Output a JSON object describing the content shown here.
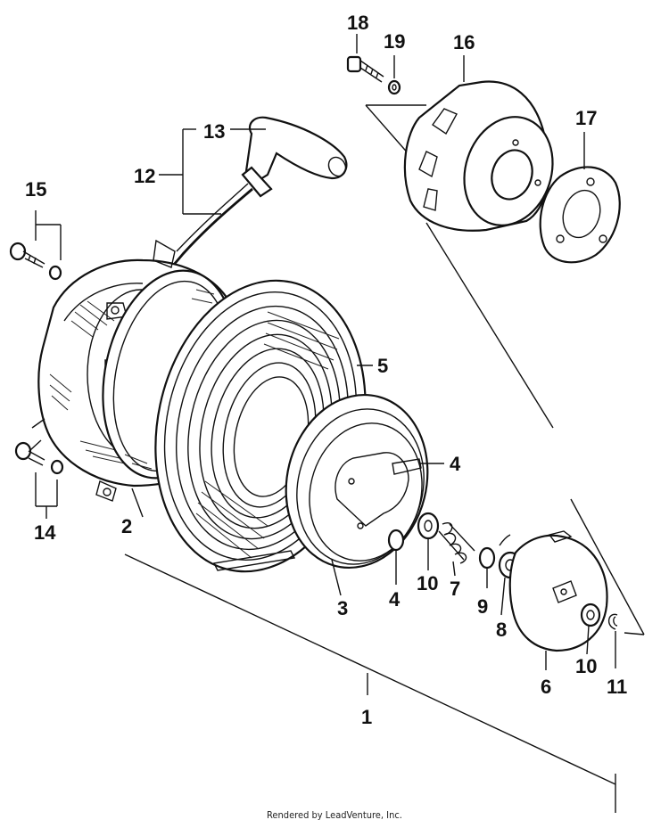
{
  "diagram": {
    "labels": {
      "p1": "1",
      "p2": "2",
      "p3": "3",
      "p4a": "4",
      "p4b": "4",
      "p5": "5",
      "p6": "6",
      "p7": "7",
      "p8": "8",
      "p9": "9",
      "p10a": "10",
      "p10b": "10",
      "p11": "11",
      "p12": "12",
      "p13": "13",
      "p14": "14",
      "p15": "15",
      "p16": "16",
      "p17": "17",
      "p18": "18",
      "p19": "19"
    }
  },
  "footer": {
    "text": "Rendered by LeadVenture, Inc."
  },
  "colors": {
    "ink": "#111111",
    "background": "#ffffff"
  }
}
